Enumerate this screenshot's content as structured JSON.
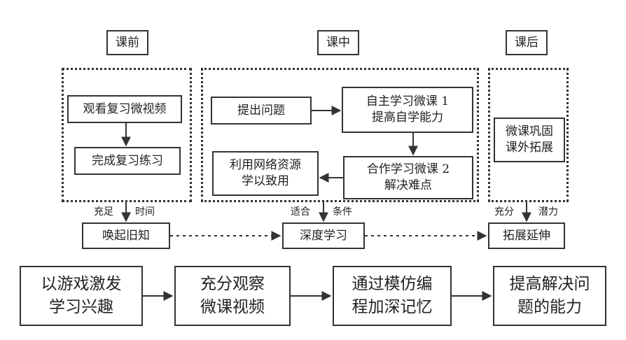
{
  "phases": {
    "pre": "课前",
    "mid": "课中",
    "post": "课后"
  },
  "pre_class": {
    "watch_video": "观看复习微视频",
    "complete_review": "完成复习练习"
  },
  "in_class": {
    "raise_question": "提出问题",
    "self_study_line1": "自主学习微课 1",
    "self_study_line2": "提高自学能力",
    "coop_line1": "合作学习微课 2",
    "coop_line2": "解决难点",
    "use_resources_line1": "利用网络资源",
    "use_resources_line2": "学以致用"
  },
  "post_class": {
    "consolidate_line1": "微课巩固",
    "consolidate_line2": "课外拓展"
  },
  "arrow_labels": {
    "sufficient": "充足",
    "time": "时间",
    "suitable": "适合",
    "condition": "条件",
    "full": "充分",
    "potential": "潜力"
  },
  "outcomes": {
    "evoke_old": "唤起旧知",
    "deep_learning": "深度学习",
    "extend": "拓展延伸"
  },
  "bottom_flow": [
    {
      "line1": "以游戏激发",
      "line2": "学习兴趣"
    },
    {
      "line1": "充分观察",
      "line2": "微课视频"
    },
    {
      "line1": "通过模仿编",
      "line2": "程加深记忆"
    },
    {
      "line1": "提高解决问",
      "line2": "题的能力"
    }
  ],
  "colors": {
    "stroke": "#333333",
    "background": "#ffffff"
  }
}
